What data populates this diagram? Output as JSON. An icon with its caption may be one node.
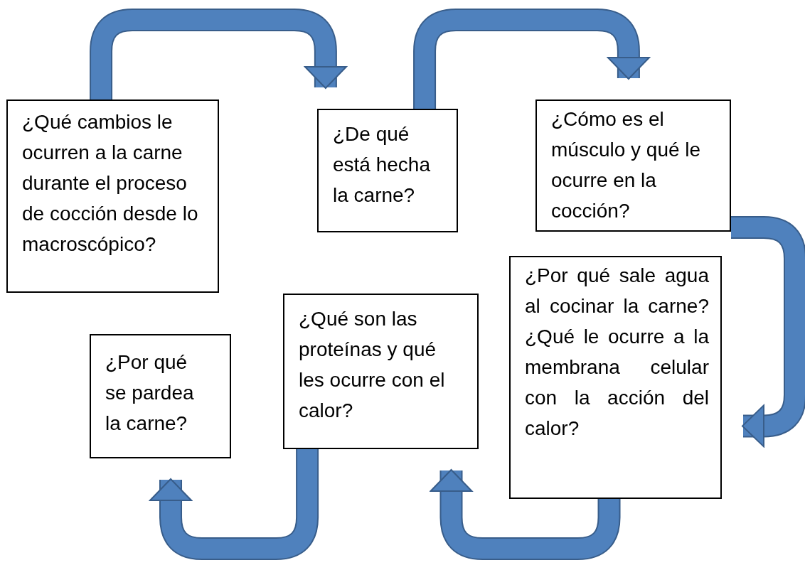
{
  "diagram": {
    "nodes": [
      {
        "text": [
          "¿Qué cambios le ocurren a la carne durante el proceso de cocción desde lo macroscópico?"
        ]
      },
      {
        "text": [
          "¿De qué está hecha la carne?"
        ]
      },
      {
        "text": [
          "¿Cómo es el músculo y qué le ocurre en la cocción?"
        ]
      },
      {
        "text": [
          "¿Por qué sale agua al cocinar la carne? ¿Qué le ocurre a la membrana celular con la acción del calor?"
        ]
      },
      {
        "text": [
          "¿Qué son las proteínas y qué les ocurre con el calor?"
        ]
      },
      {
        "text": [
          "¿Por qué se pardea la carne?"
        ]
      }
    ],
    "edges": [
      {
        "from": 0,
        "to": 1,
        "arrow": "to"
      },
      {
        "from": 1,
        "to": 2,
        "arrow": "to"
      },
      {
        "from": 2,
        "to": 3,
        "arrow": "to"
      },
      {
        "from": 3,
        "to": 4,
        "arrow": "to"
      },
      {
        "from": 4,
        "to": 5,
        "arrow": "to"
      }
    ]
  }
}
